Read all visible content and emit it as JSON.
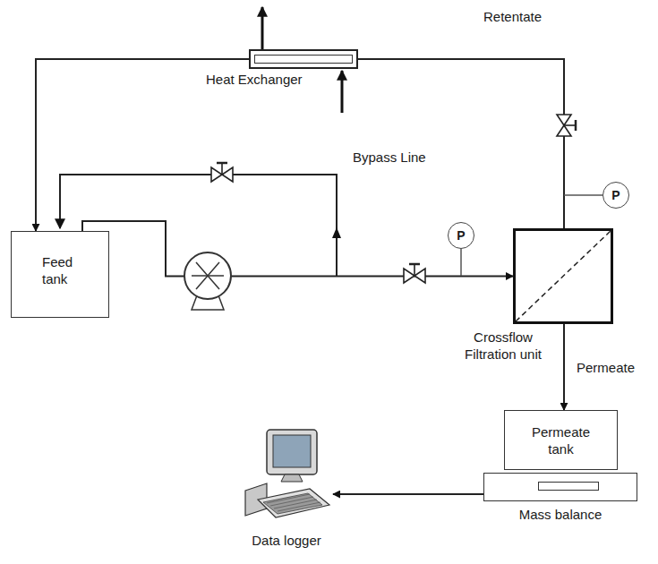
{
  "diagram": {
    "nodes": [
      {
        "text": [
          "Heat Exchanger"
        ]
      },
      {
        "text": [
          "Feed tank"
        ]
      },
      {
        "text": [
          "P"
        ]
      },
      {
        "text": [
          "Crossflow Filtration unit"
        ]
      },
      {
        "text": [
          "P"
        ]
      },
      {
        "text": [
          "Permeate tank"
        ]
      },
      {
        "text": [
          "Mass balance"
        ]
      },
      {
        "text": [
          "Data logger"
        ]
      }
    ],
    "edges": [
      {
        "from": 1,
        "to": 3,
        "arrow": "to"
      },
      {
        "from": 3,
        "to": 0,
        "arrow": "none"
      },
      {
        "from": 0,
        "to": 1,
        "arrow": "to"
      },
      {
        "from": 3,
        "to": 5,
        "label": "Permeate",
        "arrow": "to"
      },
      {
        "from": 6,
        "to": 7,
        "arrow": "to"
      }
    ],
    "labels": [
      "Retentate",
      "Bypass Line"
    ]
  }
}
